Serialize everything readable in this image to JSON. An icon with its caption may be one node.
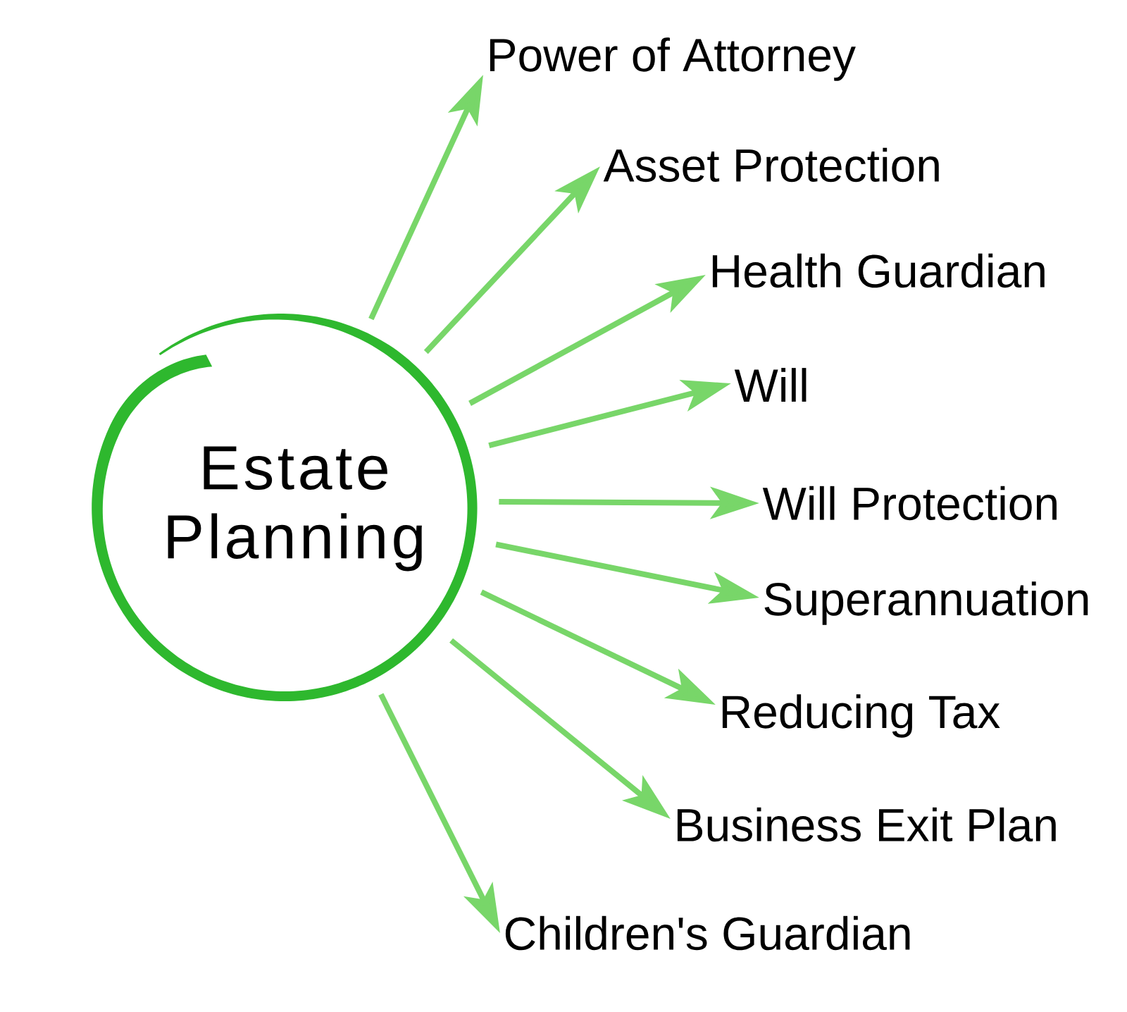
{
  "diagram": {
    "nodes": [
      {
        "text": [
          "Estate Planning"
        ]
      },
      {
        "text": [
          "Power of Attorney"
        ]
      },
      {
        "text": [
          "Asset Protection"
        ]
      },
      {
        "text": [
          "Health Guardian"
        ]
      },
      {
        "text": [
          "Will"
        ]
      },
      {
        "text": [
          "Will Protection"
        ]
      },
      {
        "text": [
          "Superannuation"
        ]
      },
      {
        "text": [
          "Reducing Tax"
        ]
      },
      {
        "text": [
          "Business Exit Plan"
        ]
      },
      {
        "text": [
          "Children's Guardian"
        ]
      }
    ],
    "edges": [
      {
        "from": 0,
        "to": 1,
        "arrow": "to"
      },
      {
        "from": 0,
        "to": 2,
        "arrow": "to"
      },
      {
        "from": 0,
        "to": 3,
        "arrow": "to"
      },
      {
        "from": 0,
        "to": 4,
        "arrow": "to"
      },
      {
        "from": 0,
        "to": 5,
        "arrow": "to"
      },
      {
        "from": 0,
        "to": 6,
        "arrow": "to"
      },
      {
        "from": 0,
        "to": 7,
        "arrow": "to"
      },
      {
        "from": 0,
        "to": 8,
        "arrow": "to"
      },
      {
        "from": 0,
        "to": 9,
        "arrow": "to"
      }
    ]
  }
}
